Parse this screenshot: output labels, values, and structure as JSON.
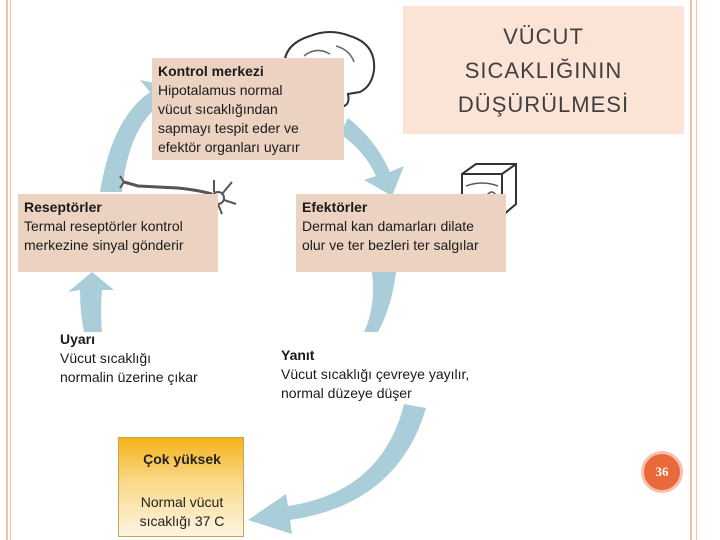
{
  "title": {
    "line1": "VÜCUT",
    "line2": "SICAKLIĞININ",
    "line3": "DÜŞÜRÜLMESİ"
  },
  "control_center": {
    "heading": "Kontrol merkezi",
    "lines": [
      "Hipotalamus normal",
      "vücut sıcaklığından",
      "sapmayı tespit eder ve",
      "efektör organları uyarır"
    ]
  },
  "receptors": {
    "heading": "Reseptörler",
    "lines": [
      "Termal reseptörler kontrol",
      "merkezine sinyal gönderir"
    ]
  },
  "effectors": {
    "heading": "Efektörler",
    "lines": [
      "Dermal kan damarları dilate",
      "olur ve ter bezleri ter salgılar"
    ]
  },
  "stimulus": {
    "heading": "Uyarı",
    "lines": [
      "Vücut sıcaklığı",
      "normalin üzerine  çıkar"
    ]
  },
  "response": {
    "heading": "Yanıt",
    "lines": [
      "Vücut sıcaklığı çevreye yayılır,",
      "normal düzeye düşer"
    ]
  },
  "too_high": {
    "heading": "Çok yüksek",
    "lines": [
      "Normal vücut",
      "sıcaklığı 37 C"
    ]
  },
  "page_number": "36",
  "colors": {
    "arrow": "#a9cdd9",
    "box": "#ecd3c1",
    "title_box": "#fbe3d6",
    "accent": "#e8693a",
    "frame": "#f0c2a8"
  },
  "icons": [
    "brain-icon",
    "neuron-icon",
    "skin-section-icon"
  ]
}
